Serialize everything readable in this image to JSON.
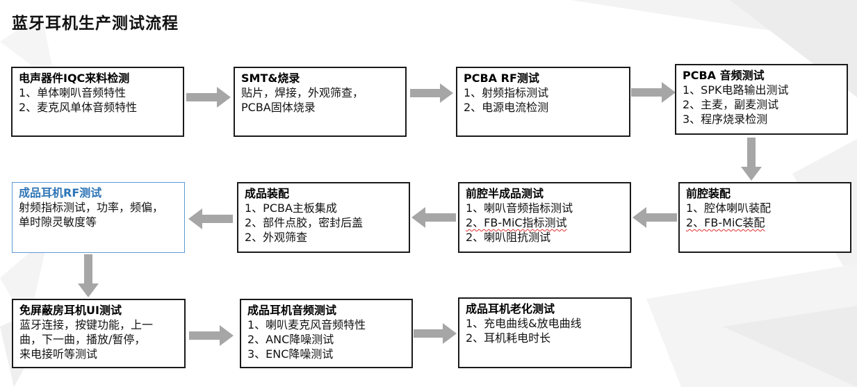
{
  "title": "蓝牙耳机生产测试流程",
  "colors": {
    "arrow": "#a6a6a6",
    "border": "#1a1a1a",
    "highlight_border": "#5b9bd5",
    "highlight_text": "#2e75b6"
  },
  "steps": [
    {
      "title": "电声器件IQC来料检测",
      "lines": [
        "1、单体喇叭音频特性",
        "2、麦克风单体音频特性"
      ]
    },
    {
      "title": "SMT&烧录",
      "lines": [
        "贴片，焊接，外观筛查，",
        "PCBA固体烧录"
      ]
    },
    {
      "title": "PCBA RF测试",
      "lines": [
        "1、射频指标测试",
        "2、电源电流检测"
      ]
    },
    {
      "title": "PCBA 音频测试",
      "lines": [
        "1、SPK电路输出测试",
        "2、主麦，副麦测试",
        "3、程序烧录检测"
      ]
    },
    {
      "title": "前腔装配",
      "lines": [
        "1、腔体喇叭装配",
        "2、FB-MiC装配"
      ]
    },
    {
      "title": "前腔半成品测试",
      "lines": [
        "1、喇叭音频指标测试",
        "2、FB-MiC指标测试",
        "2、喇叭阻抗测试"
      ]
    },
    {
      "title": "成品装配",
      "lines": [
        "1、PCBA主板集成",
        "2、部件点胶，密封后盖",
        "2、外观筛查"
      ]
    },
    {
      "title": "成品耳机RF测试",
      "lines": [
        "射频指标测试，功率，频偏，",
        "单时隙灵敏度等"
      ]
    },
    {
      "title": "免屏蔽房耳机UI测试",
      "lines": [
        "蓝牙连接，按键功能，上一",
        "曲，下一曲，播放/暂停，",
        "来电接听等测试"
      ]
    },
    {
      "title": "成品耳机音频测试",
      "lines": [
        "1、喇叭麦克风音频特性",
        "2、ANC降噪测试",
        "3、ENC降噪测试"
      ]
    },
    {
      "title": "成品耳机老化测试",
      "lines": [
        "1、充电曲线&放电曲线",
        "2、耳机耗电时长"
      ]
    }
  ]
}
